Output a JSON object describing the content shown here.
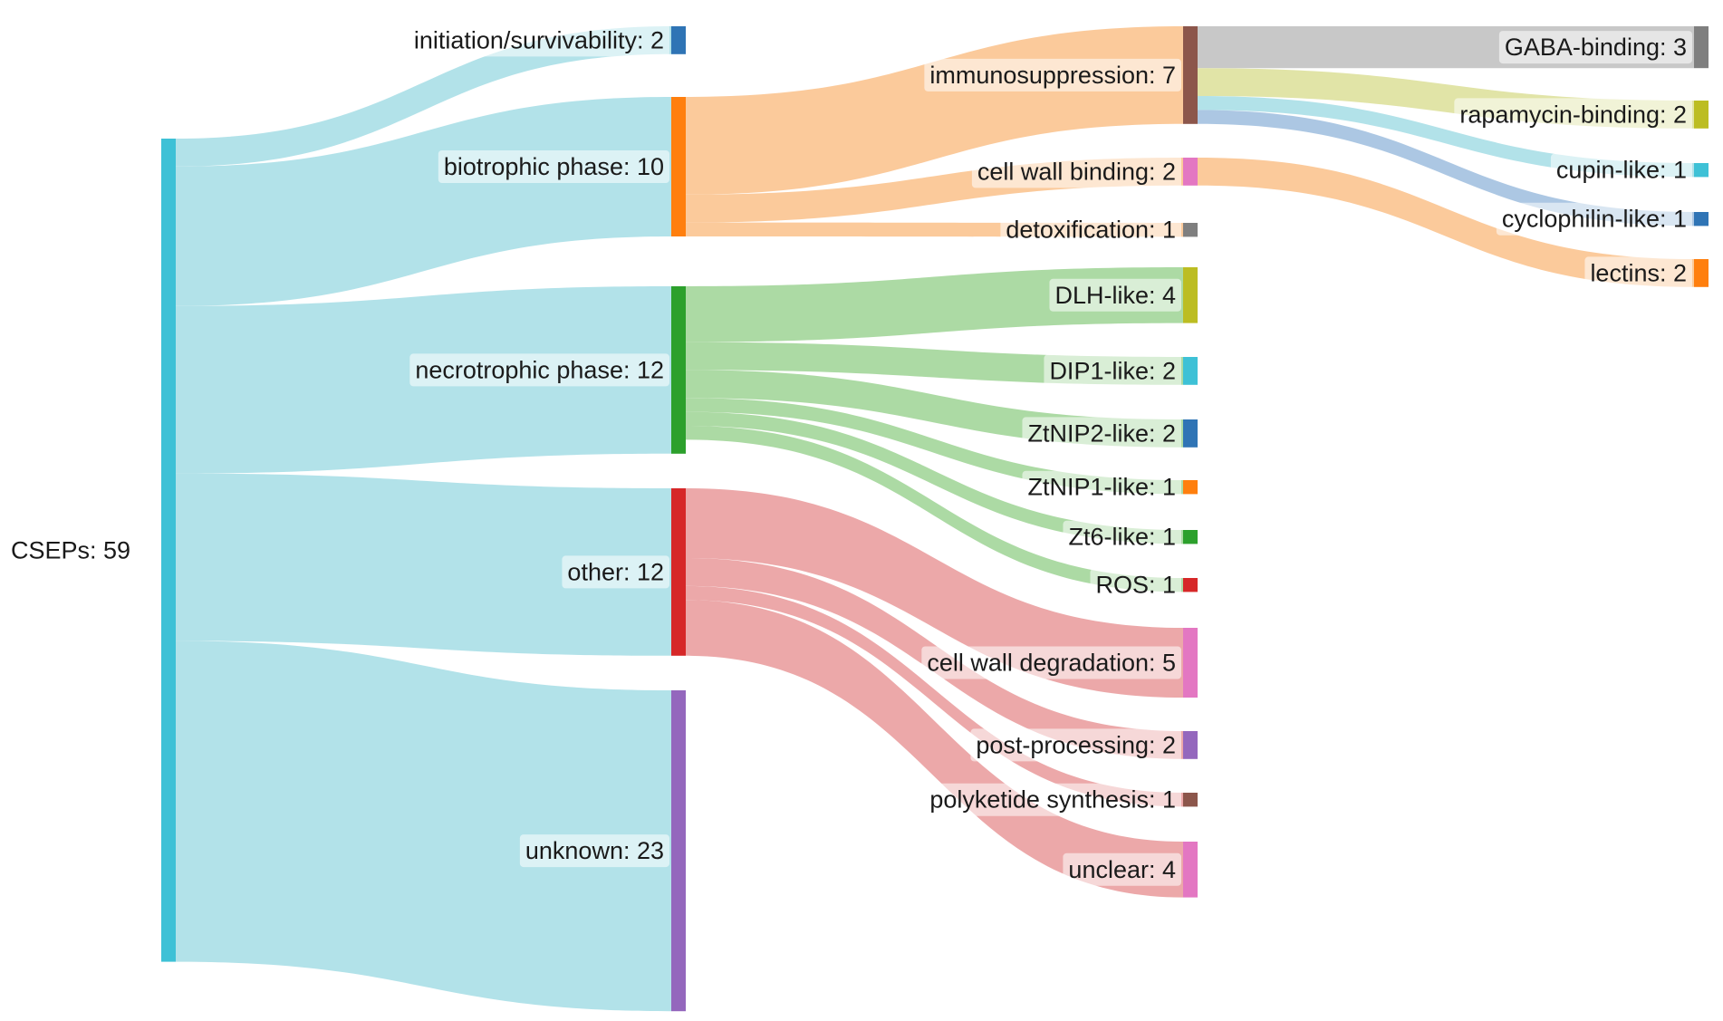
{
  "chart_data": {
    "type": "sankey",
    "nodes": [
      {
        "id": "cseps",
        "label": "CSEPs: 59",
        "value": 59,
        "color": "#3ec1d6"
      },
      {
        "id": "initiation",
        "label": "initiation/survivability: 2",
        "value": 2,
        "color": "#2f74b5"
      },
      {
        "id": "biotrophic",
        "label": "biotrophic phase: 10",
        "value": 10,
        "color": "#ff7f0e"
      },
      {
        "id": "necrotrophic",
        "label": "necrotrophic phase: 12",
        "value": 12,
        "color": "#2ca02c"
      },
      {
        "id": "other",
        "label": "other: 12",
        "value": 12,
        "color": "#d62728"
      },
      {
        "id": "unknown",
        "label": "unknown: 23",
        "value": 23,
        "color": "#9467bd"
      },
      {
        "id": "immunosuppression",
        "label": "immunosuppression: 7",
        "value": 7,
        "color": "#8c564b"
      },
      {
        "id": "cellwallbinding",
        "label": "cell wall binding: 2",
        "value": 2,
        "color": "#e377c2"
      },
      {
        "id": "detoxification",
        "label": "detoxification: 1",
        "value": 1,
        "color": "#7f7f7f"
      },
      {
        "id": "dlh",
        "label": "DLH-like: 4",
        "value": 4,
        "color": "#bcbd22"
      },
      {
        "id": "dip1",
        "label": "DIP1-like: 2",
        "value": 2,
        "color": "#3ec1d6"
      },
      {
        "id": "ztnip2",
        "label": "ZtNIP2-like: 2",
        "value": 2,
        "color": "#2f74b5"
      },
      {
        "id": "ztnip1",
        "label": "ZtNIP1-like: 1",
        "value": 1,
        "color": "#ff7f0e"
      },
      {
        "id": "zt6",
        "label": "Zt6-like: 1",
        "value": 1,
        "color": "#2ca02c"
      },
      {
        "id": "ros",
        "label": "ROS: 1",
        "value": 1,
        "color": "#d62728"
      },
      {
        "id": "cellwalldeg",
        "label": "cell wall degradation: 5",
        "value": 5,
        "color": "#e377c2"
      },
      {
        "id": "postprocessing",
        "label": "post-processing: 2",
        "value": 2,
        "color": "#9467bd"
      },
      {
        "id": "polyketide",
        "label": "polyketide synthesis: 1",
        "value": 1,
        "color": "#8c564b"
      },
      {
        "id": "unclear",
        "label": "unclear: 4",
        "value": 4,
        "color": "#e377c2"
      },
      {
        "id": "gaba",
        "label": "GABA-binding: 3",
        "value": 3,
        "color": "#7f7f7f"
      },
      {
        "id": "rapamycin",
        "label": "rapamycin-binding: 2",
        "value": 2,
        "color": "#bcbd22"
      },
      {
        "id": "cupin",
        "label": "cupin-like: 1",
        "value": 1,
        "color": "#3ec1d6"
      },
      {
        "id": "cyclophilin",
        "label": "cyclophilin-like: 1",
        "value": 1,
        "color": "#2f74b5"
      },
      {
        "id": "lectins",
        "label": "lectins: 2",
        "value": 2,
        "color": "#ff7f0e"
      }
    ],
    "links": [
      {
        "source": "cseps",
        "target": "initiation",
        "value": 2,
        "color": "#aee0e8"
      },
      {
        "source": "cseps",
        "target": "biotrophic",
        "value": 10,
        "color": "#aee0e8"
      },
      {
        "source": "cseps",
        "target": "necrotrophic",
        "value": 12,
        "color": "#aee0e8"
      },
      {
        "source": "cseps",
        "target": "other",
        "value": 12,
        "color": "#aee0e8"
      },
      {
        "source": "cseps",
        "target": "unknown",
        "value": 23,
        "color": "#aee0e8"
      },
      {
        "source": "biotrophic",
        "target": "immunosuppression",
        "value": 7,
        "color": "#fbc796"
      },
      {
        "source": "biotrophic",
        "target": "cellwallbinding",
        "value": 2,
        "color": "#fbc796"
      },
      {
        "source": "biotrophic",
        "target": "detoxification",
        "value": 1,
        "color": "#fbc796"
      },
      {
        "source": "necrotrophic",
        "target": "dlh",
        "value": 4,
        "color": "#a8d89f"
      },
      {
        "source": "necrotrophic",
        "target": "dip1",
        "value": 2,
        "color": "#a8d89f"
      },
      {
        "source": "necrotrophic",
        "target": "ztnip2",
        "value": 2,
        "color": "#a8d89f"
      },
      {
        "source": "necrotrophic",
        "target": "ztnip1",
        "value": 1,
        "color": "#a8d89f"
      },
      {
        "source": "necrotrophic",
        "target": "zt6",
        "value": 1,
        "color": "#a8d89f"
      },
      {
        "source": "necrotrophic",
        "target": "ros",
        "value": 1,
        "color": "#a8d89f"
      },
      {
        "source": "other",
        "target": "cellwalldeg",
        "value": 5,
        "color": "#eba3a4"
      },
      {
        "source": "other",
        "target": "postprocessing",
        "value": 2,
        "color": "#eba3a4"
      },
      {
        "source": "other",
        "target": "polyketide",
        "value": 1,
        "color": "#eba3a4"
      },
      {
        "source": "other",
        "target": "unclear",
        "value": 4,
        "color": "#eba3a4"
      },
      {
        "source": "immunosuppression",
        "target": "gaba",
        "value": 3,
        "color": "#c5c5c5"
      },
      {
        "source": "immunosuppression",
        "target": "rapamycin",
        "value": 2,
        "color": "#dfe3a2"
      },
      {
        "source": "immunosuppression",
        "target": "cupin",
        "value": 1,
        "color": "#aee0e8"
      },
      {
        "source": "immunosuppression",
        "target": "cyclophilin",
        "value": 1,
        "color": "#a8c4e2"
      },
      {
        "source": "cellwallbinding",
        "target": "lectins",
        "value": 2,
        "color": "#fbc796"
      }
    ]
  }
}
